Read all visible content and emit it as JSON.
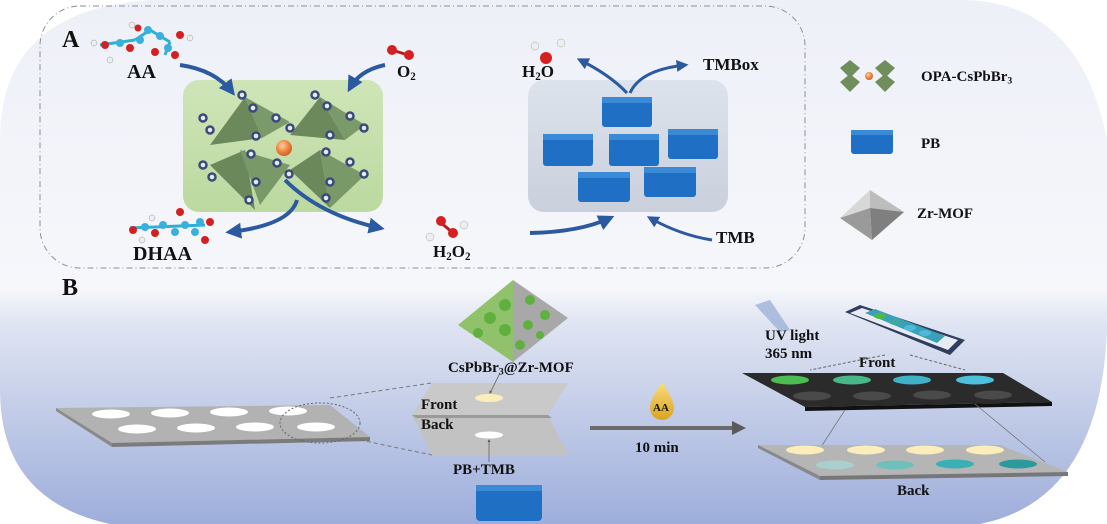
{
  "figure": {
    "panel_a": {
      "letter": "A",
      "molecules": {
        "aa": "AA",
        "o2_base": "O",
        "o2_sub": "2",
        "dhaa": "DHAA",
        "h2o2_h": "H",
        "h2o2_sub1": "2",
        "h2o2_o": "O",
        "h2o2_sub2": "2",
        "h2o_h": "H",
        "h2o_sub": "2",
        "h2o_o": "O",
        "tmbox": "TMBox",
        "tmb": "TMB"
      },
      "legend": [
        {
          "icon": "perovskite-crystal-icon",
          "label_base": "OPA-CsPbBr",
          "label_sub": "3"
        },
        {
          "icon": "blue-cube-icon",
          "label_base": "PB",
          "label_sub": ""
        },
        {
          "icon": "octahedron-icon",
          "label_base": "Zr-MOF",
          "label_sub": ""
        }
      ]
    },
    "panel_b": {
      "letter": "B",
      "composite_label_a": "CsPbBr",
      "composite_label_sub": "3",
      "composite_label_b": "@Zr-MOF",
      "fold_front": "Front",
      "fold_back": "Back",
      "pb_tmb": "PB+TMB",
      "drop_label": "AA",
      "time_label": "10 min",
      "uv_line1": "UV light",
      "uv_line2": "365 nm",
      "result_front": "Front",
      "result_back": "Back"
    },
    "colors": {
      "arrow_blue": "#2c5aa0",
      "pb_blue": "#1f6fc4",
      "perovskite_green": "#c8e0b0",
      "bg_blue": "#a7b6df"
    }
  }
}
